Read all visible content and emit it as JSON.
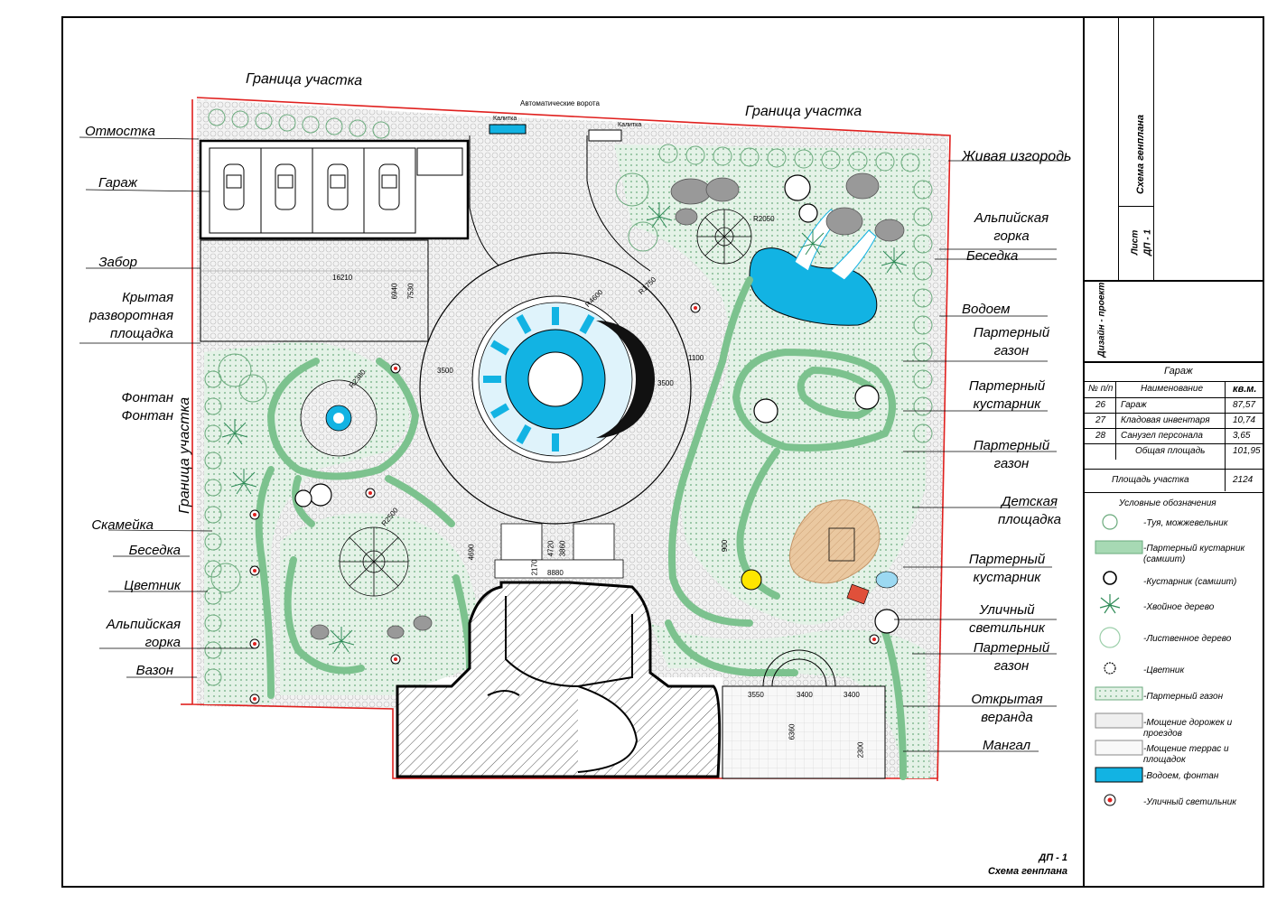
{
  "site_labels_left": [
    {
      "key": "otmostka",
      "text": "Отмостка"
    },
    {
      "key": "garage",
      "text": "Гараж"
    },
    {
      "key": "fence",
      "text": "Забор"
    },
    {
      "key": "covered_area",
      "text": "Крытая разворотная площадка"
    },
    {
      "key": "fountain",
      "text": "Фонтан"
    },
    {
      "key": "bench",
      "text": "Скамейка"
    },
    {
      "key": "gazebo",
      "text": "Беседка"
    },
    {
      "key": "flowerbed",
      "text": "Цветник"
    },
    {
      "key": "alpine_hill",
      "text": "Альпийская горка"
    },
    {
      "key": "vase",
      "text": "Вазон"
    }
  ],
  "site_labels_right": [
    {
      "key": "hedge",
      "text": "Живая изгородь"
    },
    {
      "key": "alpine_hill",
      "text": "Альпийская горка"
    },
    {
      "key": "gazebo",
      "text": "Беседка"
    },
    {
      "key": "pond",
      "text": "Водоем"
    },
    {
      "key": "parterre_lawn_1",
      "text": "Партерный газон"
    },
    {
      "key": "parterre_shrub_1",
      "text": "Партерный кустарник"
    },
    {
      "key": "parterre_lawn_2",
      "text": "Партерный газон"
    },
    {
      "key": "playground",
      "text": "Детская площадка"
    },
    {
      "key": "parterre_shrub_2",
      "text": "Партерный кустарник"
    },
    {
      "key": "street_light",
      "text": "Уличный светильник"
    },
    {
      "key": "parterre_lawn_3",
      "text": "Партерный газон"
    },
    {
      "key": "veranda",
      "text": "Открытая веранда"
    },
    {
      "key": "bbq",
      "text": "Мангал"
    }
  ],
  "boundary_top_left": "Граница участка",
  "boundary_top_right": "Граница участка",
  "boundary_left": "Граница участка",
  "auto_gates": "Автоматические ворота",
  "wicket": "Калитка",
  "dimensions": {
    "d16210": "16210",
    "d6940": "6940",
    "d7530": "7530",
    "d3500a": "3500",
    "d3500b": "3500",
    "r1750": "R1750",
    "r4600": "R4600",
    "r2050": "R2050",
    "r2500": "R2500",
    "r2380": "R2380",
    "d1100": "1100",
    "d4690": "4690",
    "d4720": "4720",
    "d3860": "3860",
    "d2170": "2170",
    "d8880": "8880",
    "d3550": "3550",
    "d3400a": "3400",
    "d3400b": "3400",
    "d6360": "6360",
    "d2300": "2300",
    "d900": "900"
  },
  "title_block": {
    "title": "Схема генплана",
    "sheet_label": "Лист",
    "sheet_value": "ДП - 1",
    "project_type": "Дизайн - проект"
  },
  "table": {
    "caption": "Гараж",
    "headers": [
      "№ п/п",
      "Наименование",
      "кв.м."
    ],
    "rows": [
      {
        "n": "26",
        "name": "Гараж",
        "area": "87,57"
      },
      {
        "n": "27",
        "name": "Кладовая инвентаря",
        "area": "10,74"
      },
      {
        "n": "28",
        "name": "Санузел персонала",
        "area": "3,65"
      }
    ],
    "total_label": "Общая площадь",
    "total_value": "101,95",
    "plot_label": "Площадь участка",
    "plot_value": "2124"
  },
  "legend": {
    "title": "Условные обозначения",
    "items": [
      {
        "icon": "thuja-icon",
        "text": "-Туя, можжевельник"
      },
      {
        "icon": "parterre-shrub-icon",
        "text": "-Партерный кустарник (самшит)"
      },
      {
        "icon": "shrub-icon",
        "text": "-Кустарник (самшит)"
      },
      {
        "icon": "conifer-icon",
        "text": "-Хвойное дерево"
      },
      {
        "icon": "deciduous-icon",
        "text": "-Лиственное дерево"
      },
      {
        "icon": "flowerbed-icon",
        "text": "-Цветник"
      },
      {
        "icon": "lawn-icon",
        "text": "-Партерный газон"
      },
      {
        "icon": "paving-path-icon",
        "text": "-Мощение дорожек и проездов"
      },
      {
        "icon": "paving-terrace-icon",
        "text": "-Мощение террас и площадок"
      },
      {
        "icon": "water-icon",
        "text": "-Водоем, фонтан"
      },
      {
        "icon": "street-light-icon",
        "text": "-Уличный светильник"
      }
    ]
  },
  "footer": {
    "code": "ДП - 1",
    "title": "Схема генплана"
  },
  "colors": {
    "lawn": "#cde8d4",
    "parterre": "#7cc28e",
    "water": "#12b3e3",
    "boundary": "#e0201e",
    "playground": "#e9c49a",
    "paving": "#efefef"
  }
}
